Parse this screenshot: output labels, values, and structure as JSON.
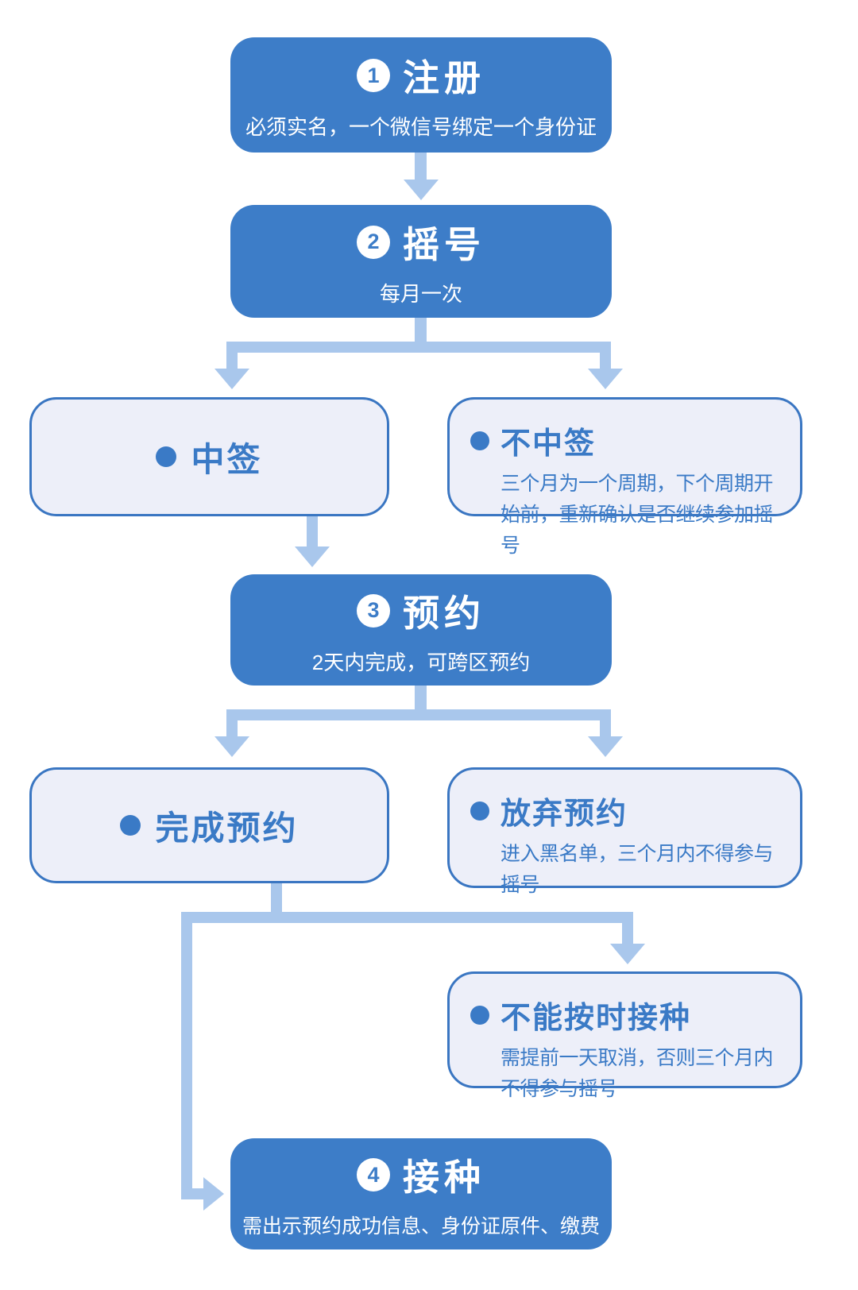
{
  "infographic": {
    "steps": [
      {
        "num": "1",
        "title": "注册",
        "subtitle": "必须实名，一个微信号绑定一个身份证"
      },
      {
        "num": "2",
        "title": "摇号",
        "subtitle": "每月一次"
      },
      {
        "num": "3",
        "title": "预约",
        "subtitle": "2天内完成，可跨区预约"
      },
      {
        "num": "4",
        "title": "接种",
        "subtitle": "需出示预约成功信息、身份证原件、缴费"
      }
    ],
    "outcomes": {
      "win": {
        "title": "中签"
      },
      "lose": {
        "title": "不中签",
        "note": "三个月为一个周期，下个周期开始前，重新确认是否继续参加摇号"
      },
      "booked": {
        "title": "完成预约"
      },
      "abandon": {
        "title": "放弃预约",
        "note": "进入黑名单，三个月内不得参与摇号"
      },
      "miss": {
        "title": "不能按时接种",
        "note": "需提前一天取消，否则三个月内不得参与摇号"
      }
    },
    "colors": {
      "step_box_blue": "#3d7dc8",
      "outline_blue": "#3a76c2",
      "text_blue": "#3a7ac6",
      "light_fill": "#edeff9",
      "connector_blue": "#a9c7ec",
      "text_white": "#ffffff"
    }
  }
}
